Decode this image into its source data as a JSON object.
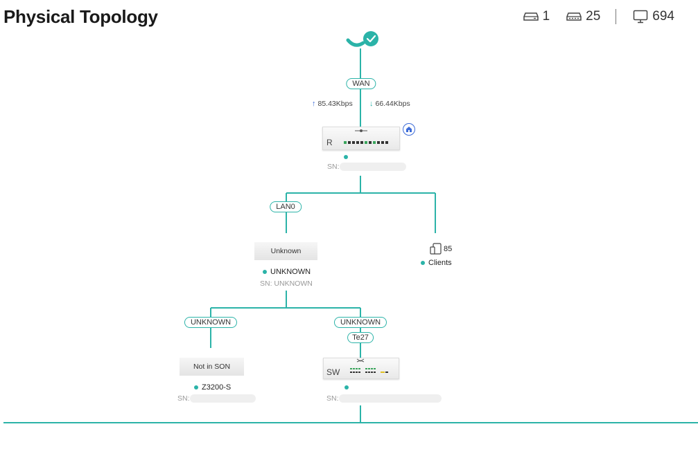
{
  "header": {
    "title": "Physical Topology"
  },
  "stats": {
    "gateways": {
      "icon": "gateway-icon",
      "value": "1"
    },
    "switches": {
      "icon": "switch-icon",
      "value": "25"
    },
    "clients": {
      "icon": "monitor-icon",
      "value": "694"
    }
  },
  "colors": {
    "link": "#2bb3a8",
    "upload": "#3c6bd8",
    "download": "#2bb3a8"
  },
  "topology": {
    "wan": {
      "label": "WAN",
      "upload": "85.43Kbps",
      "download": "66.44Kbps"
    },
    "router": {
      "tag": "R",
      "sn_label": "SN:",
      "badge_icon": "home-icon"
    },
    "lan_port": {
      "label": "LAN0"
    },
    "unknown_device": {
      "box_label": "Unknown",
      "status": "UNKNOWN",
      "sn": "SN: UNKNOWN"
    },
    "clients_node": {
      "count": "85",
      "label": "Clients",
      "icon": "phone-tablet-icon"
    },
    "left_port": {
      "label": "UNKNOWN"
    },
    "right_port": {
      "label": "UNKNOWN",
      "sub_label": "Te27"
    },
    "unmanaged_device": {
      "box_label": "Not in SON",
      "status": "Z3200-S",
      "sn_label": "SN:"
    },
    "switch": {
      "tag": "SW",
      "sn_label": "SN:"
    }
  }
}
